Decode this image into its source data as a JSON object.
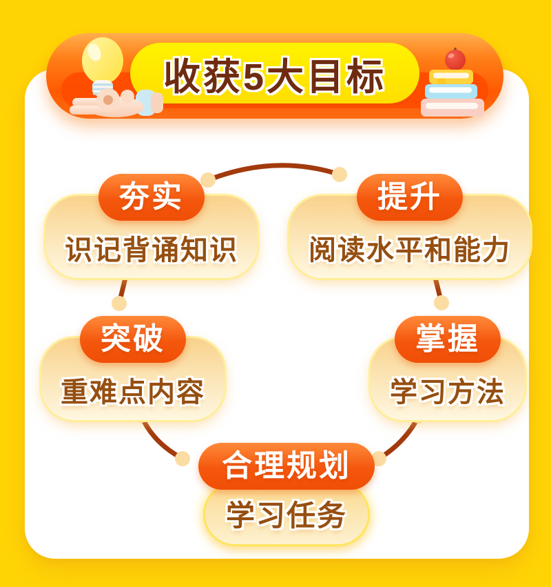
{
  "header": {
    "title": "收获5大目标",
    "left_icon": "lightbulb-in-hand",
    "right_icon": "book-stack-with-apple"
  },
  "goals": [
    {
      "badge": "夯实",
      "description": "识记背诵知识"
    },
    {
      "badge": "提升",
      "description": "阅读水平和能力"
    },
    {
      "badge": "突破",
      "description": "重难点内容"
    },
    {
      "badge": "掌握",
      "description": "学习方法"
    },
    {
      "badge": "合理规划",
      "description": "学习任务"
    }
  ],
  "colors": {
    "page_background": "#FFD405",
    "card_background": "#FFFFFF",
    "banner_orange": "#FF5E07",
    "banner_band": "#FF4B00",
    "title_pill_yellow": "#FFE600",
    "title_text": "#6E2B10",
    "badge_orange": "#F4570D",
    "badge_text": "#FFFFFF",
    "pill_cream": "#FBE4B4",
    "description_text": "#964F10",
    "connector_line": "#A23A0C",
    "connector_dot": "#FBDCA2"
  }
}
